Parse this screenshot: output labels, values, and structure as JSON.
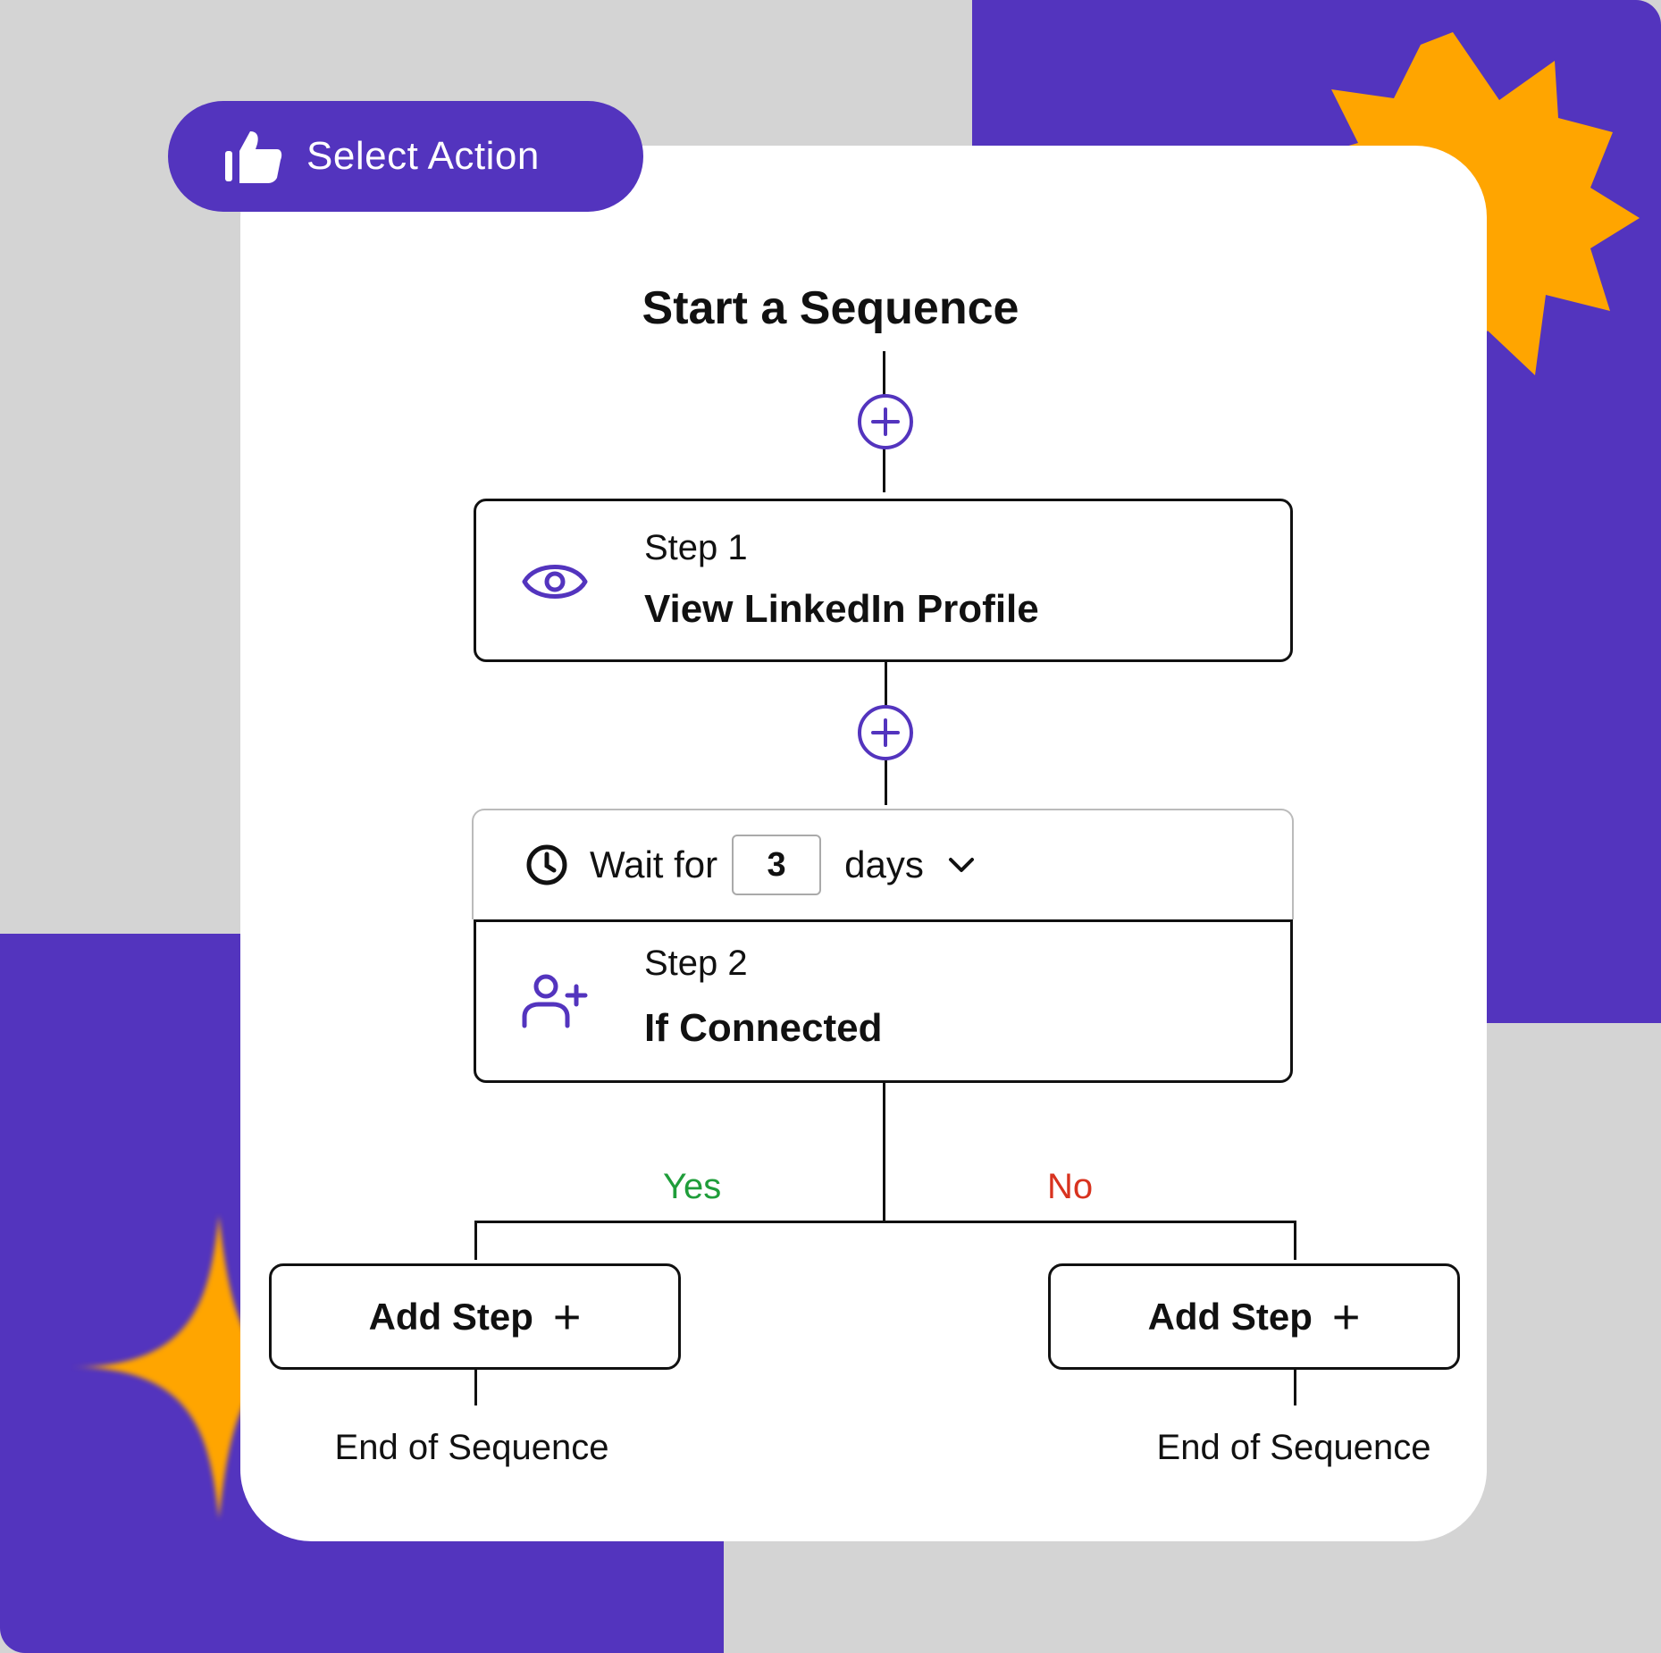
{
  "header": {
    "action_label": "Select Action",
    "action_icon": "thumbs-up-icon"
  },
  "flow": {
    "title": "Start a Sequence",
    "step1": {
      "label": "Step 1",
      "name": "View LinkedIn Profile",
      "icon": "eye-icon"
    },
    "wait": {
      "prefix": "Wait for",
      "value": "3",
      "unit": "days",
      "icon": "clock-icon"
    },
    "step2": {
      "label": "Step 2",
      "name": "If Connected",
      "icon": "user-plus-icon"
    },
    "branch_yes": "Yes",
    "branch_no": "No",
    "add_step_label": "Add Step",
    "add_step_plus": "+",
    "end_label": "End of Sequence"
  },
  "colors": {
    "accent": "#5334be",
    "yes": "#1f9d3a",
    "no": "#d8331f",
    "star": "#ffa500"
  }
}
